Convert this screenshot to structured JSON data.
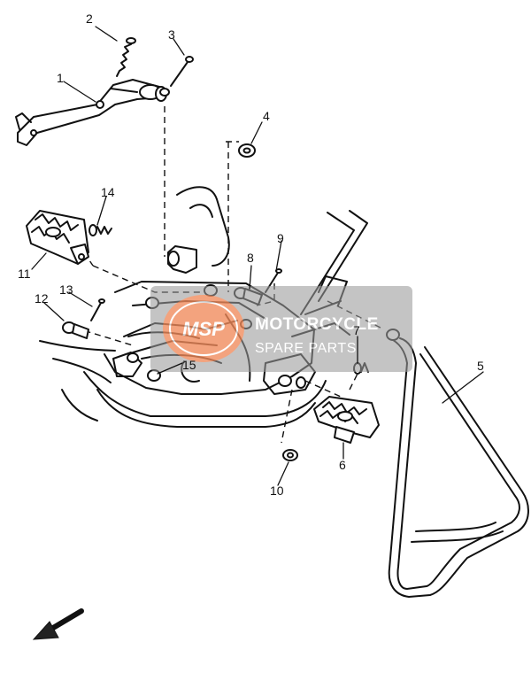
{
  "diagram": {
    "callouts": [
      "1",
      "2",
      "3",
      "4",
      "5",
      "6",
      "7",
      "8",
      "9",
      "10",
      "11",
      "12",
      "13",
      "14",
      "15"
    ]
  },
  "watermark": {
    "logo_text": "MSP",
    "line1": "MOTORCYCLE",
    "line2": "SPARE PARTS",
    "colors": {
      "badge": "#f08a5a",
      "panel": "#9a9a9a"
    }
  }
}
